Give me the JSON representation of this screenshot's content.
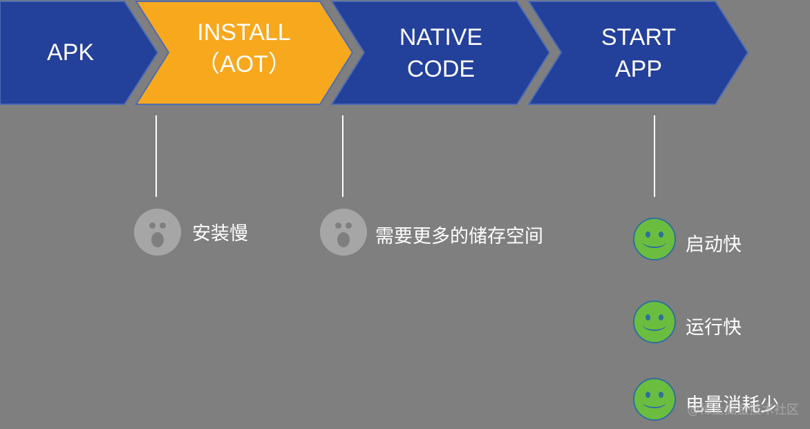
{
  "colors": {
    "background": "#7f7f7f",
    "step_blue": "#23409a",
    "step_orange": "#f7a81d",
    "step_border": "#4d6bb3",
    "sad_face": "#a6a6a6",
    "happy_face": "#6bbd3f",
    "happy_face_outline": "#2e6f9e",
    "text": "#ffffff"
  },
  "steps": [
    {
      "lines": [
        "APK"
      ],
      "state": "normal"
    },
    {
      "lines": [
        "INSTALL",
        "（AOT）"
      ],
      "state": "highlighted"
    },
    {
      "lines": [
        "NATIVE",
        "CODE"
      ],
      "state": "normal"
    },
    {
      "lines": [
        "START",
        "APP"
      ],
      "state": "normal"
    }
  ],
  "notes": {
    "install": [
      {
        "icon": "sad-face-icon",
        "text": "安装慢"
      }
    ],
    "native_code": [
      {
        "icon": "sad-face-icon",
        "text": "需要更多的储存空间"
      }
    ],
    "start_app": [
      {
        "icon": "smiley-face-icon",
        "text": "启动快"
      },
      {
        "icon": "smiley-face-icon",
        "text": "运行快"
      },
      {
        "icon": "smiley-face-icon",
        "text": "电量消耗少"
      }
    ]
  },
  "watermark": "@稀土掘金技术社区"
}
